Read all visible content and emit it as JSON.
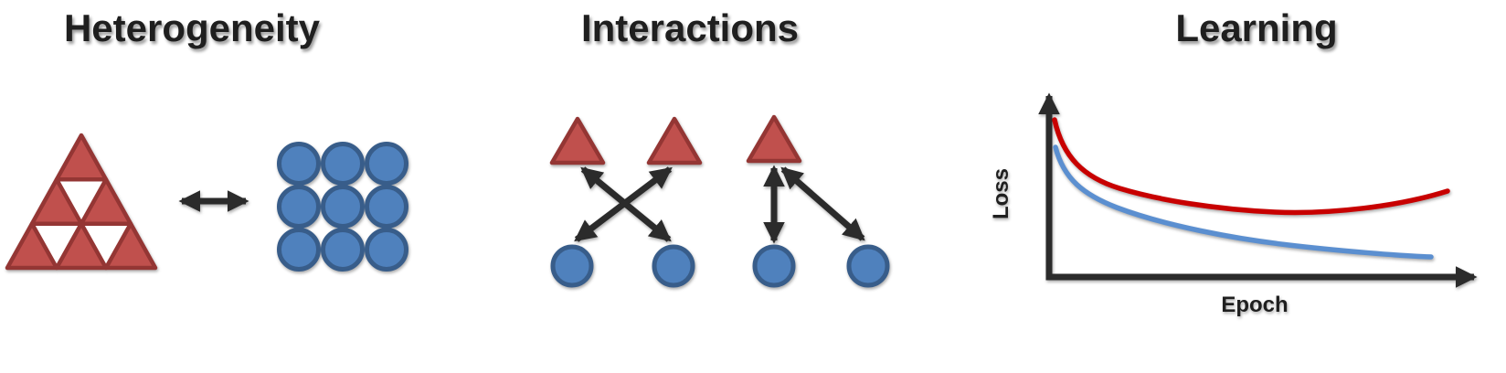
{
  "colors": {
    "background": "#ffffff",
    "title_text": "#1f1f1f",
    "shape_red_fill": "#c0504d",
    "shape_red_stroke": "#943634",
    "shape_blue_fill": "#4f81bd",
    "shape_blue_stroke": "#385d8a",
    "arrow": "#2b2b2b",
    "axis": "#2b2b2b",
    "curve_red": "#c80000",
    "curve_blue": "#5b8fd0"
  },
  "panels": {
    "heterogeneity": {
      "title": "Heterogeneity",
      "left_figure": {
        "icon": "fractal-triangle-icon",
        "red_up_triangles": 6,
        "white_inverted_triangles": 3
      },
      "connector": {
        "icon": "double-headed-arrow-icon",
        "direction": "horizontal"
      },
      "right_figure": {
        "icon": "circle-grid-icon",
        "rows": 3,
        "cols": 3
      }
    },
    "interactions": {
      "title": "Interactions",
      "groups": [
        {
          "triangles": 2,
          "circles": 2,
          "arrow_pattern": "crossed bidirectional (left triangle to right circle, right triangle to left circle)"
        },
        {
          "triangles": 1,
          "circles": 2,
          "arrow_pattern": "one triangle to two circles, bidirectional (vertical + diagonal)"
        }
      ]
    },
    "learning": {
      "title": "Learning",
      "chart_data": {
        "type": "line",
        "title": "",
        "xlabel": "Epoch",
        "ylabel": "Loss",
        "axis_ticks": "none",
        "legend": "none",
        "grid": false,
        "xlim_norm": [
          0,
          1
        ],
        "ylim_norm": [
          0,
          1
        ],
        "series": [
          {
            "name": "red-curve",
            "color_key": "curve_red",
            "x": [
              0.01,
              0.11,
              0.22,
              0.39,
              0.53,
              0.68,
              0.81,
              0.93
            ],
            "y": [
              0.86,
              0.59,
              0.48,
              0.39,
              0.36,
              0.36,
              0.4,
              0.47
            ],
            "trend": "steep decrease, plateau, slight rise at end"
          },
          {
            "name": "blue-curve",
            "color_key": "curve_blue",
            "x": [
              0.01,
              0.11,
              0.24,
              0.39,
              0.54,
              0.69,
              0.89
            ],
            "y": [
              0.71,
              0.49,
              0.36,
              0.26,
              0.19,
              0.14,
              0.11
            ],
            "trend": "monotonic decrease toward plateau"
          }
        ]
      }
    }
  }
}
